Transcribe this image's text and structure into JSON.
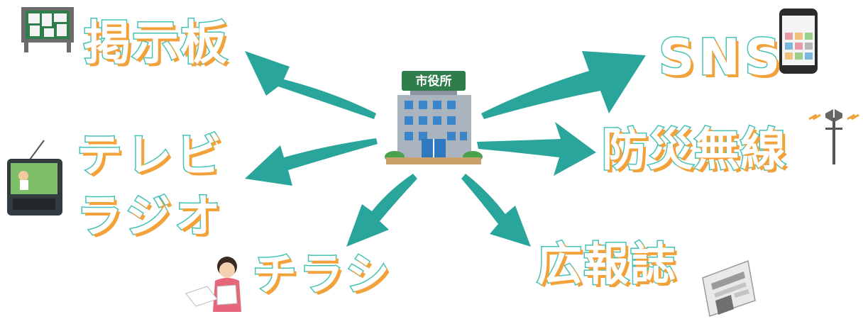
{
  "center": {
    "sign_text": "市役所"
  },
  "channels": {
    "board": "掲示板",
    "tv": "テレビ",
    "radio": "ラジオ",
    "flyer": "チラシ",
    "sns": "SNS",
    "disaster_radio": "防災無線",
    "bulletin": "広報誌"
  },
  "icons": {
    "board": "bulletin-board-icon",
    "tv": "portable-tv-icon",
    "flyer": "woman-handing-flyer-icon",
    "sns": "smartphone-icon",
    "disaster_radio": "loudspeaker-pole-icon",
    "bulletin": "newspaper-icon",
    "center": "city-hall-building-icon"
  },
  "colors": {
    "arrow": "#2aa59b",
    "label_fill": "#ffffff",
    "label_outline": "#46c2b4",
    "label_shadow": "#f2a23a",
    "building": "#a9b4bf",
    "sign": "#2e7d4a"
  }
}
